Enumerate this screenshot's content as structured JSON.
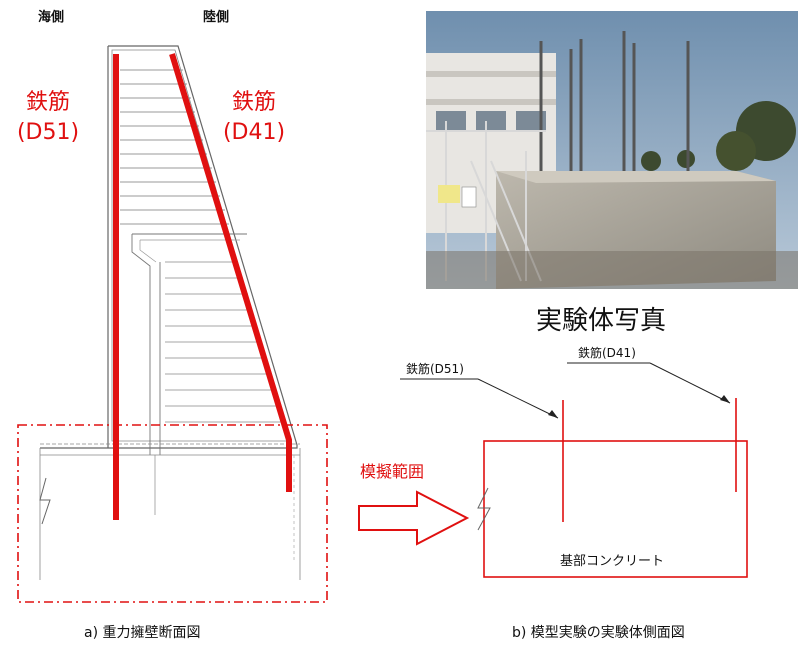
{
  "section_a": {
    "label_sea": "海側",
    "label_land": "陸側",
    "rebar_left_line1": "鉄筋",
    "rebar_left_line2": "(D51)",
    "rebar_right_line1": "鉄筋",
    "rebar_right_line2": "(D41)",
    "caption": "a) 重力擁壁断面図"
  },
  "arrow_label": "模擬範囲",
  "photo": {
    "title": "実験体写真"
  },
  "section_b": {
    "rebar_left": "鉄筋(D51)",
    "rebar_right": "鉄筋(D41)",
    "base_label": "基部コンクリート",
    "caption": "b) 模型実験の実験体側面図"
  },
  "colors": {
    "rebar_red": "#e01010",
    "outline_gray": "#555555"
  }
}
